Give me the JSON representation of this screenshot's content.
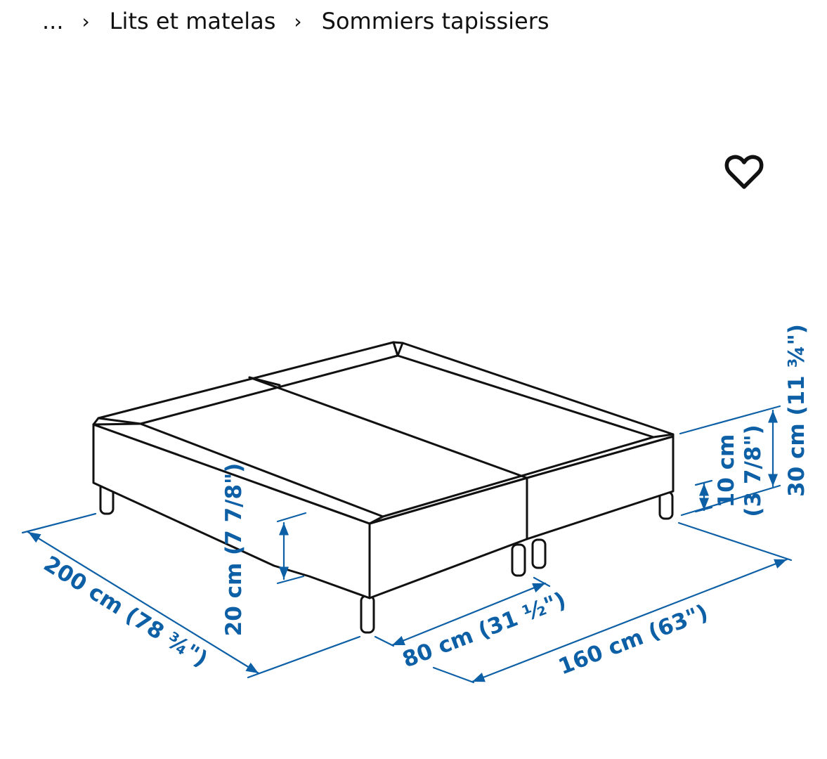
{
  "breadcrumb": {
    "ellipsis": "...",
    "items": [
      "Lits et matelas",
      "Sommiers tapissiers"
    ]
  },
  "favorite": {
    "icon": "heart-outline-icon"
  },
  "diagram": {
    "line_color": "#111111",
    "dimension_color": "#0d5fa6",
    "dimensions": {
      "length": "200 cm (78 ¾\")",
      "half_width": "80 cm (31 ½\")",
      "width": "160 cm (63\")",
      "frame_height": "20 cm (7 7/8\")",
      "leg_height_cm": "10 cm",
      "leg_height_in": "(3 7/8\")",
      "total_height": "30 cm (11 ¾\")"
    }
  }
}
